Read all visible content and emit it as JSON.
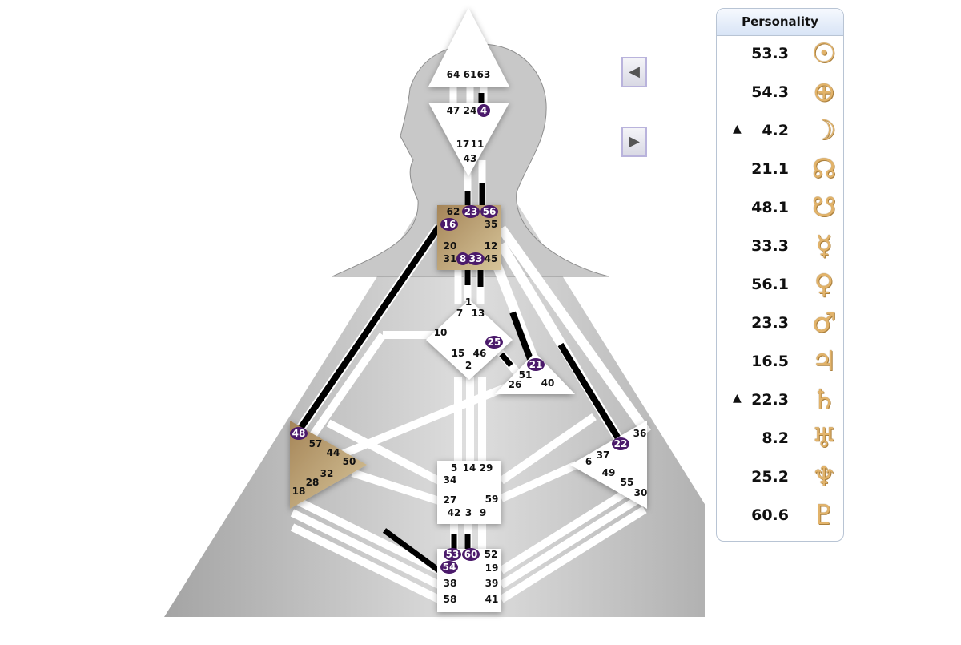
{
  "navigation": {
    "back_icon": "arrow-left-icon",
    "forward_icon": "arrow-right-icon"
  },
  "panel": {
    "title": "Personality",
    "rows": [
      {
        "marker": "",
        "value": "53.3",
        "planet": "sun-icon",
        "glyph": "☉"
      },
      {
        "marker": "",
        "value": "54.3",
        "planet": "earth-icon",
        "glyph": "⊕"
      },
      {
        "marker": "▲",
        "value": "4.2",
        "planet": "moon-icon",
        "glyph": "☽"
      },
      {
        "marker": "",
        "value": "21.1",
        "planet": "north-node-icon",
        "glyph": "☊"
      },
      {
        "marker": "",
        "value": "48.1",
        "planet": "south-node-icon",
        "glyph": "☋"
      },
      {
        "marker": "",
        "value": "33.3",
        "planet": "mercury-icon",
        "glyph": "☿"
      },
      {
        "marker": "",
        "value": "56.1",
        "planet": "venus-icon",
        "glyph": "♀"
      },
      {
        "marker": "",
        "value": "23.3",
        "planet": "mars-icon",
        "glyph": "♂"
      },
      {
        "marker": "",
        "value": "16.5",
        "planet": "jupiter-icon",
        "glyph": "♃"
      },
      {
        "marker": "▲",
        "value": "22.3",
        "planet": "saturn-icon",
        "glyph": "♄"
      },
      {
        "marker": "",
        "value": "8.2",
        "planet": "uranus-icon",
        "glyph": "♅"
      },
      {
        "marker": "",
        "value": "25.2",
        "planet": "neptune-icon",
        "glyph": "♆"
      },
      {
        "marker": "",
        "value": "60.6",
        "planet": "pluto-icon",
        "glyph": "♇"
      }
    ]
  },
  "colors": {
    "active_gate": "#4b1a6b",
    "defined_center_dark": "#a58558",
    "defined_center_light": "#d7c59a",
    "channel_defined": "#000000",
    "planet_glyph": "#e2b36a"
  },
  "gates": {
    "head": [
      "64",
      "61",
      "63"
    ],
    "ajna": [
      "47",
      "24",
      "4",
      "17",
      "11",
      "43"
    ],
    "throat": [
      "62",
      "23",
      "56",
      "16",
      "35",
      "20",
      "12",
      "31",
      "8",
      "33",
      "45"
    ],
    "g": [
      "1",
      "7",
      "13",
      "10",
      "25",
      "15",
      "46",
      "2"
    ],
    "ego": [
      "21",
      "51",
      "26",
      "40"
    ],
    "spleen": [
      "48",
      "57",
      "44",
      "50",
      "32",
      "28",
      "18"
    ],
    "solar_plexus": [
      "36",
      "22",
      "37",
      "6",
      "49",
      "55",
      "30"
    ],
    "sacral": [
      "5",
      "14",
      "29",
      "34",
      "27",
      "59",
      "42",
      "3",
      "9"
    ],
    "root": [
      "53",
      "60",
      "52",
      "54",
      "19",
      "38",
      "39",
      "58",
      "41"
    ]
  },
  "active_gates": [
    "4",
    "23",
    "56",
    "16",
    "8",
    "33",
    "25",
    "21",
    "48",
    "22",
    "53",
    "60",
    "54"
  ]
}
